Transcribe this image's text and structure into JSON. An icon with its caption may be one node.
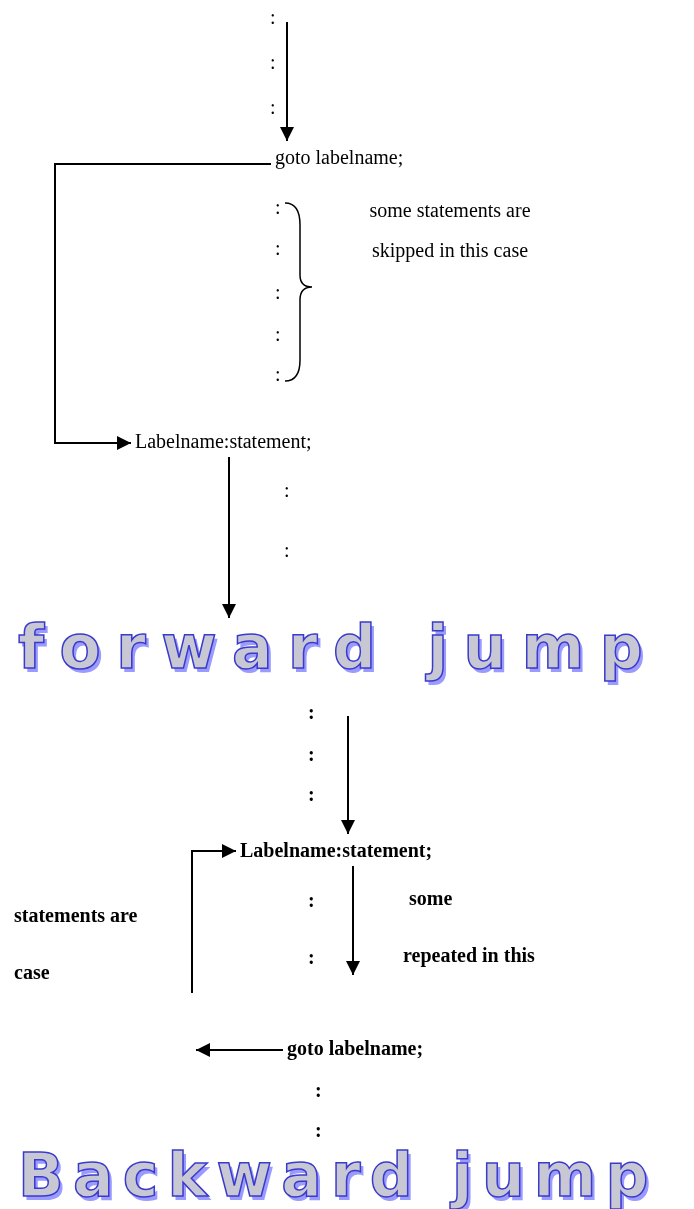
{
  "diagram": {
    "nodes": [
      {
        "text": [
          "goto labelname;"
        ]
      },
      {
        "text": [
          "Labelname:statement;"
        ]
      },
      {
        "text": [
          "forward jump"
        ]
      },
      {
        "text": [
          "Labelname:statement;"
        ]
      },
      {
        "text": [
          "goto labelname;"
        ]
      }
    ],
    "edges": [
      {
        "from": null,
        "to": 0,
        "arrow": "to"
      },
      {
        "from": 0,
        "to": 1,
        "arrow": "to"
      },
      {
        "from": 1,
        "to": 2,
        "arrow": "to"
      },
      {
        "from": null,
        "to": 3,
        "arrow": "to"
      },
      {
        "from": 3,
        "to": null,
        "arrow": "to"
      },
      {
        "from": null,
        "to": 3,
        "arrow": "to"
      },
      {
        "from": 4,
        "to": null,
        "arrow": "to"
      }
    ],
    "labels": [
      ":",
      ":",
      ":",
      ":",
      "some statements are skipped in this case",
      ":",
      ":",
      ":",
      ":",
      ":",
      ":",
      ":",
      ":",
      ":",
      ":",
      "some",
      "statements are",
      ":",
      "repeated in this",
      "case",
      ":",
      ":",
      "Backward jump"
    ]
  }
}
